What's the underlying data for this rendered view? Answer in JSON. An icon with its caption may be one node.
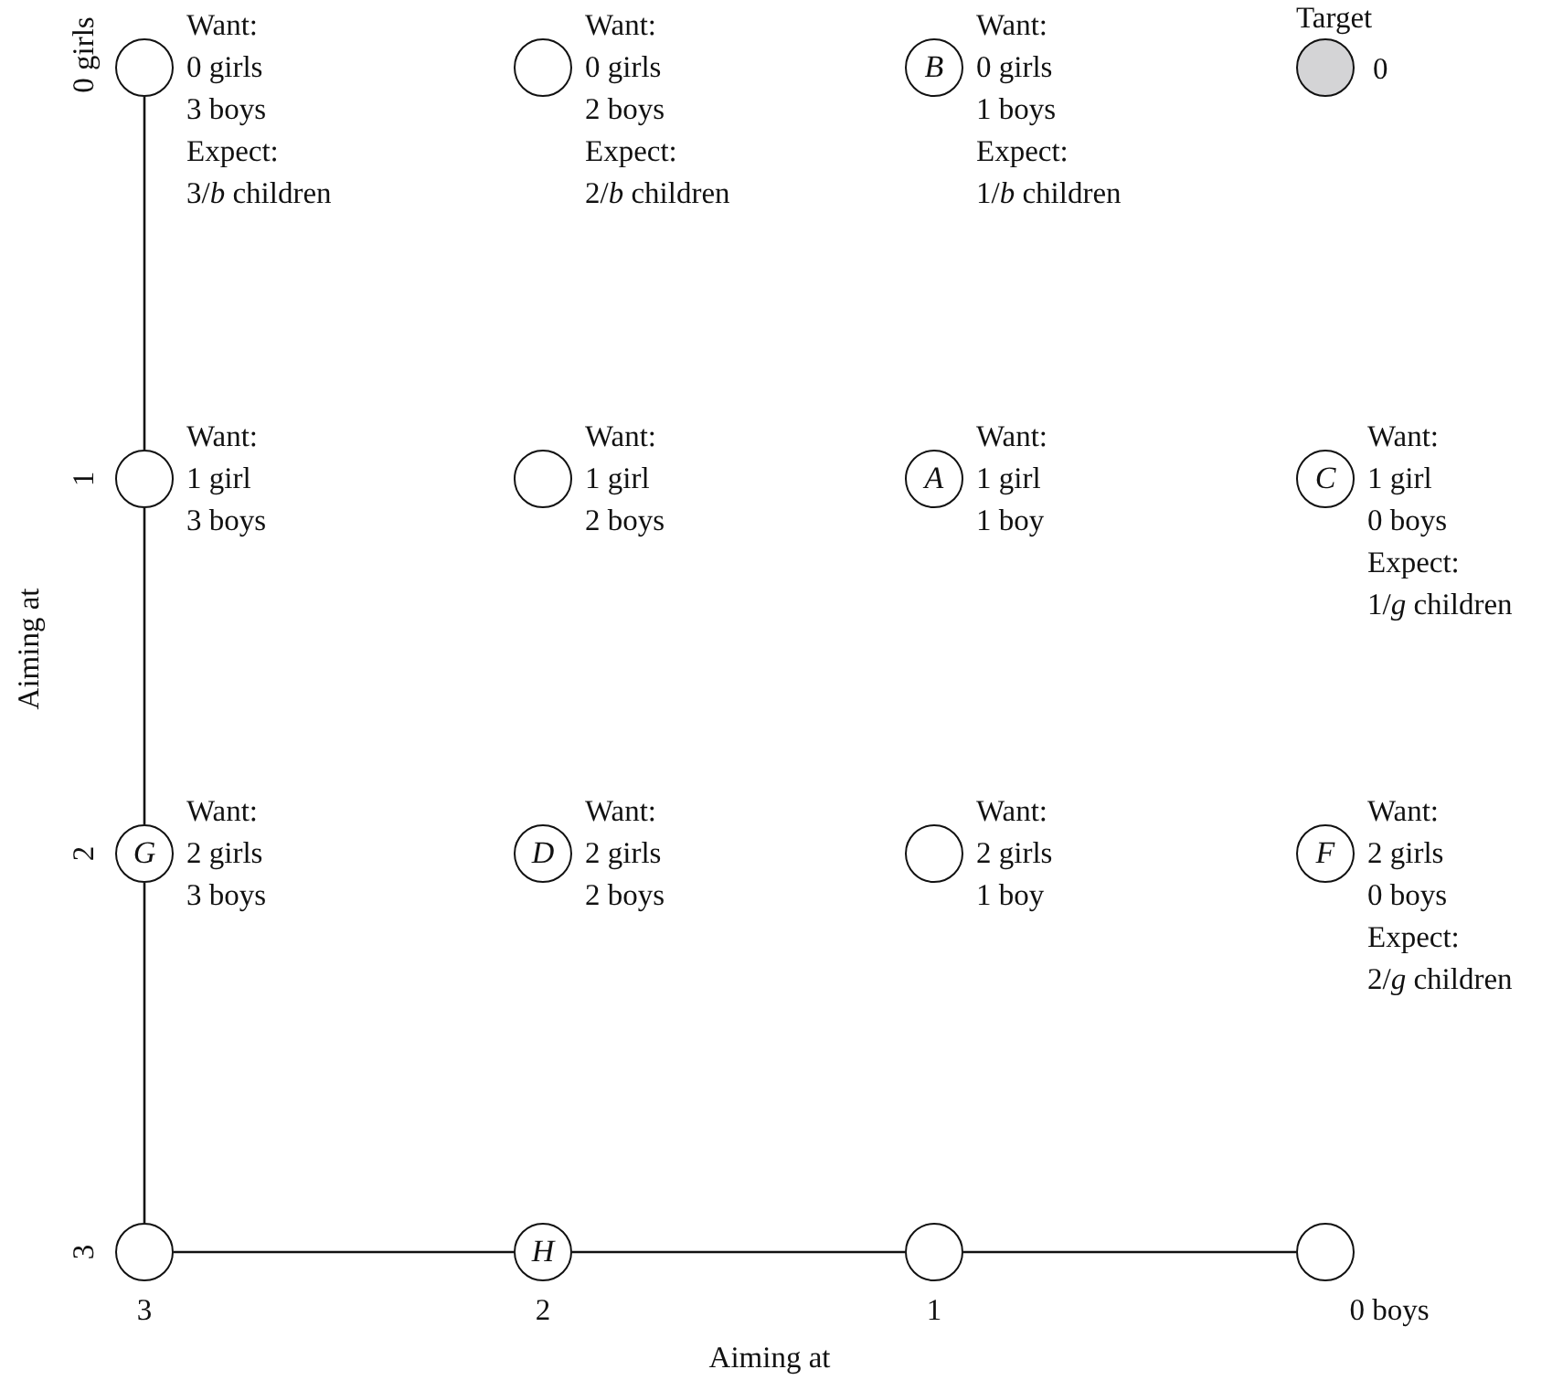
{
  "diagram": {
    "nodes": [
      {
        "text": [],
        "shape": "circle",
        "beside": [
          "Want:",
          "0 girls",
          "3 boys",
          "Expect:",
          "3/*b* children"
        ]
      },
      {
        "text": [],
        "shape": "circle",
        "beside": [
          "Want:",
          "0 girls",
          "2 boys",
          "Expect:",
          "2/*b* children"
        ]
      },
      {
        "text": [
          "B"
        ],
        "beside": [
          "Want:",
          "0 girls",
          "1 boys",
          "Expect:",
          "1/*b* children"
        ]
      },
      {
        "text": [],
        "shape": "circle",
        "beside": [
          "Target",
          "0"
        ]
      },
      {
        "text": [],
        "shape": "circle",
        "beside": [
          "Want:",
          "1 girl",
          "3 boys"
        ]
      },
      {
        "text": [],
        "shape": "circle",
        "beside": [
          "Want:",
          "1 girl",
          "2 boys"
        ]
      },
      {
        "text": [
          "A"
        ],
        "beside": [
          "Want:",
          "1 girl",
          "1 boy"
        ]
      },
      {
        "text": [
          "C"
        ],
        "beside": [
          "Want:",
          "1 girl",
          "0 boys",
          "Expect:",
          "1/*g* children"
        ]
      },
      {
        "text": [
          "G"
        ],
        "beside": [
          "Want:",
          "2 girls",
          "3 boys"
        ]
      },
      {
        "text": [
          "D"
        ],
        "beside": [
          "Want:",
          "2 girls",
          "2 boys"
        ]
      },
      {
        "text": [],
        "shape": "circle",
        "beside": [
          "Want:",
          "2 girls",
          "1 boy"
        ]
      },
      {
        "text": [
          "F"
        ],
        "beside": [
          "Want:",
          "2 girls",
          "0 boys",
          "Expect:",
          "2/*g* children"
        ]
      },
      {
        "text": [],
        "shape": "circle"
      },
      {
        "text": [
          "H"
        ]
      },
      {
        "text": [],
        "shape": "circle"
      },
      {
        "text": [],
        "shape": "circle"
      }
    ],
    "edges": [
      {
        "from": 0,
        "to": 4,
        "arrow": "none"
      },
      {
        "from": 4,
        "to": 8,
        "arrow": "none"
      },
      {
        "from": 8,
        "to": 12,
        "arrow": "none"
      },
      {
        "from": 12,
        "to": 13,
        "arrow": "none"
      },
      {
        "from": 13,
        "to": 14,
        "arrow": "none"
      },
      {
        "from": 14,
        "to": 15,
        "arrow": "none"
      }
    ],
    "labels": [
      "0 girls",
      "1",
      "Aiming at",
      "2",
      "3",
      "3",
      "2",
      "1",
      "0 boys",
      "Aiming at"
    ]
  }
}
